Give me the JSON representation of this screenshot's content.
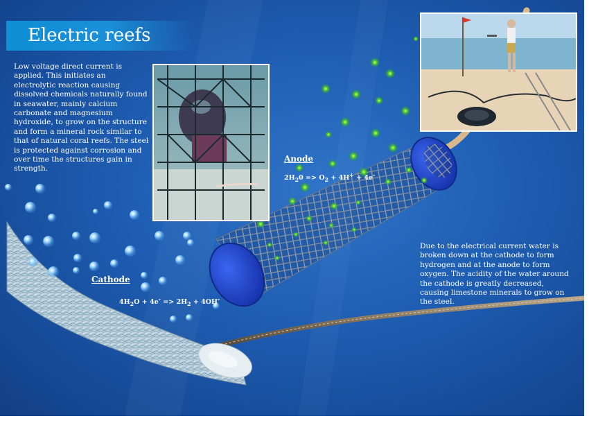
{
  "title": "Electric reefs",
  "intro_text": "Low voltage direct current is applied. This initiates an electrolytic reaction causing dissolved chemicals naturally found in seawater, mainly calcium carbonate and magnesium hydroxide, to grow on the structure and form a mineral rock similar to that of natural coral reefs. The steel is protected against corrosion and over time the structures gain in strength.",
  "anode": {
    "label": "Anode",
    "equation": {
      "p1": "2H",
      "s1": "2",
      "p2": "0 => O",
      "s2": "2",
      "p3": " + 4H",
      "sup3": "+",
      "p4": " + 4e",
      "sup4": "-"
    }
  },
  "cathode": {
    "label": "Cathode",
    "equation": {
      "p1": "4H",
      "s1": "2",
      "p2": "O + 4e",
      "sup2": "-",
      "p3": " => 2H",
      "s3": "2",
      "p4": " + 4OH",
      "sup4": "-"
    }
  },
  "explanation_text": "Due to the electrical current water is broken down at the cathode to form hydrogen and at the anode to form oxygen. The acidity of the water around the cathode is greatly decreased, causing limestone minerals to grow on the steel.",
  "colors": {
    "background": "#1f5fb4",
    "title_bar": "#0e8fd6",
    "end_cap": "#1e3fc8",
    "oxygen_bubble": "#36c23a",
    "hydrogen_bubble": "#7fc6f4"
  },
  "icons": {
    "photo1": "diver-photo",
    "photo2": "beach-cable-photo"
  }
}
